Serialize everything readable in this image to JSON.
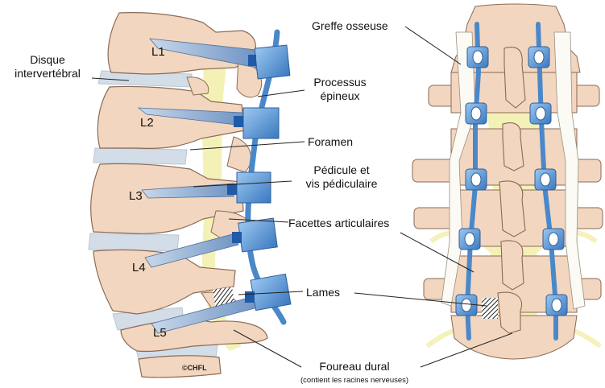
{
  "labels": {
    "disque_line1": "Disque",
    "disque_line2": "intervertébral",
    "processus_line1": "Processus",
    "processus_line2": "épineux",
    "foramen": "Foramen",
    "pedicule_line1": "Pédicule et",
    "pedicule_line2": "vis pédiculaire",
    "facettes": "Facettes articulaires",
    "lames": "Lames",
    "greffe": "Greffe osseuse",
    "foureau": "Foureau dural",
    "foureau_sub": "(contient les racines nerveuses)"
  },
  "vertebrae": [
    "L1",
    "L2",
    "L3",
    "L4",
    "L5"
  ],
  "copyright": "©CHFL",
  "colors": {
    "bone": "#f3d6bf",
    "bone_stroke": "#8a6a55",
    "disc": "#d3dde8",
    "dura": "#f2eeaa",
    "rod": "#4a88c9",
    "screw_head": "#5a9ad8",
    "graft": "#fbfaf5"
  }
}
